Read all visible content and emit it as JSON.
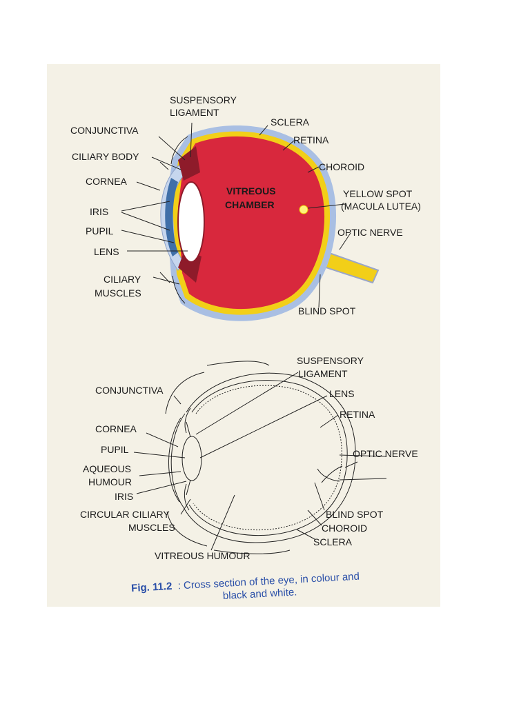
{
  "colour_diagram": {
    "labels": {
      "suspensory_1": "SUSPENSORY",
      "suspensory_2": "LIGAMENT",
      "sclera": "SCLERA",
      "conjunctiva": "CONJUNCTIVA",
      "retina": "RETINA",
      "ciliary_body": "CILIARY BODY",
      "choroid": "CHOROID",
      "cornea": "CORNEA",
      "yellow_spot_1": "YELLOW SPOT",
      "yellow_spot_2": "(MACULA LUTEA)",
      "iris": "IRIS",
      "pupil": "PUPIL",
      "optic_nerve": "OPTIC NERVE",
      "lens": "LENS",
      "ciliary_1": "CILIARY",
      "ciliary_2": "MUSCLES",
      "blind_spot": "BLIND SPOT",
      "vitreous_1": "VITREOUS",
      "vitreous_2": "CHAMBER"
    },
    "colors": {
      "eyeball": "#d8283d",
      "sclera": "#a9bfe3",
      "retina": "#f2cf18",
      "optic_nerve": "#f2cf18",
      "lens": "#ffffff",
      "iris": "#3f6fa8"
    }
  },
  "bw_diagram": {
    "labels": {
      "suspensory_1": "SUSPENSORY",
      "suspensory_2": "LIGAMENT",
      "conjunctiva": "CONJUNCTIVA",
      "lens": "LENS",
      "retina": "RETINA",
      "cornea": "CORNEA",
      "pupil": "PUPIL",
      "optic_nerve": "OPTIC NERVE",
      "aqueous_1": "AQUEOUS",
      "aqueous_2": "HUMOUR",
      "iris": "IRIS",
      "circular_1": "CIRCULAR CILIARY",
      "circular_2": "MUSCLES",
      "blind_spot": "BLIND SPOT",
      "choroid": "CHOROID",
      "sclera": "SCLERA",
      "vitreous": "VITREOUS HUMOUR"
    }
  },
  "caption": {
    "fig": "Fig. 11.2",
    "line1": ": Cross section of the eye, in colour and",
    "line2": "black and white."
  }
}
